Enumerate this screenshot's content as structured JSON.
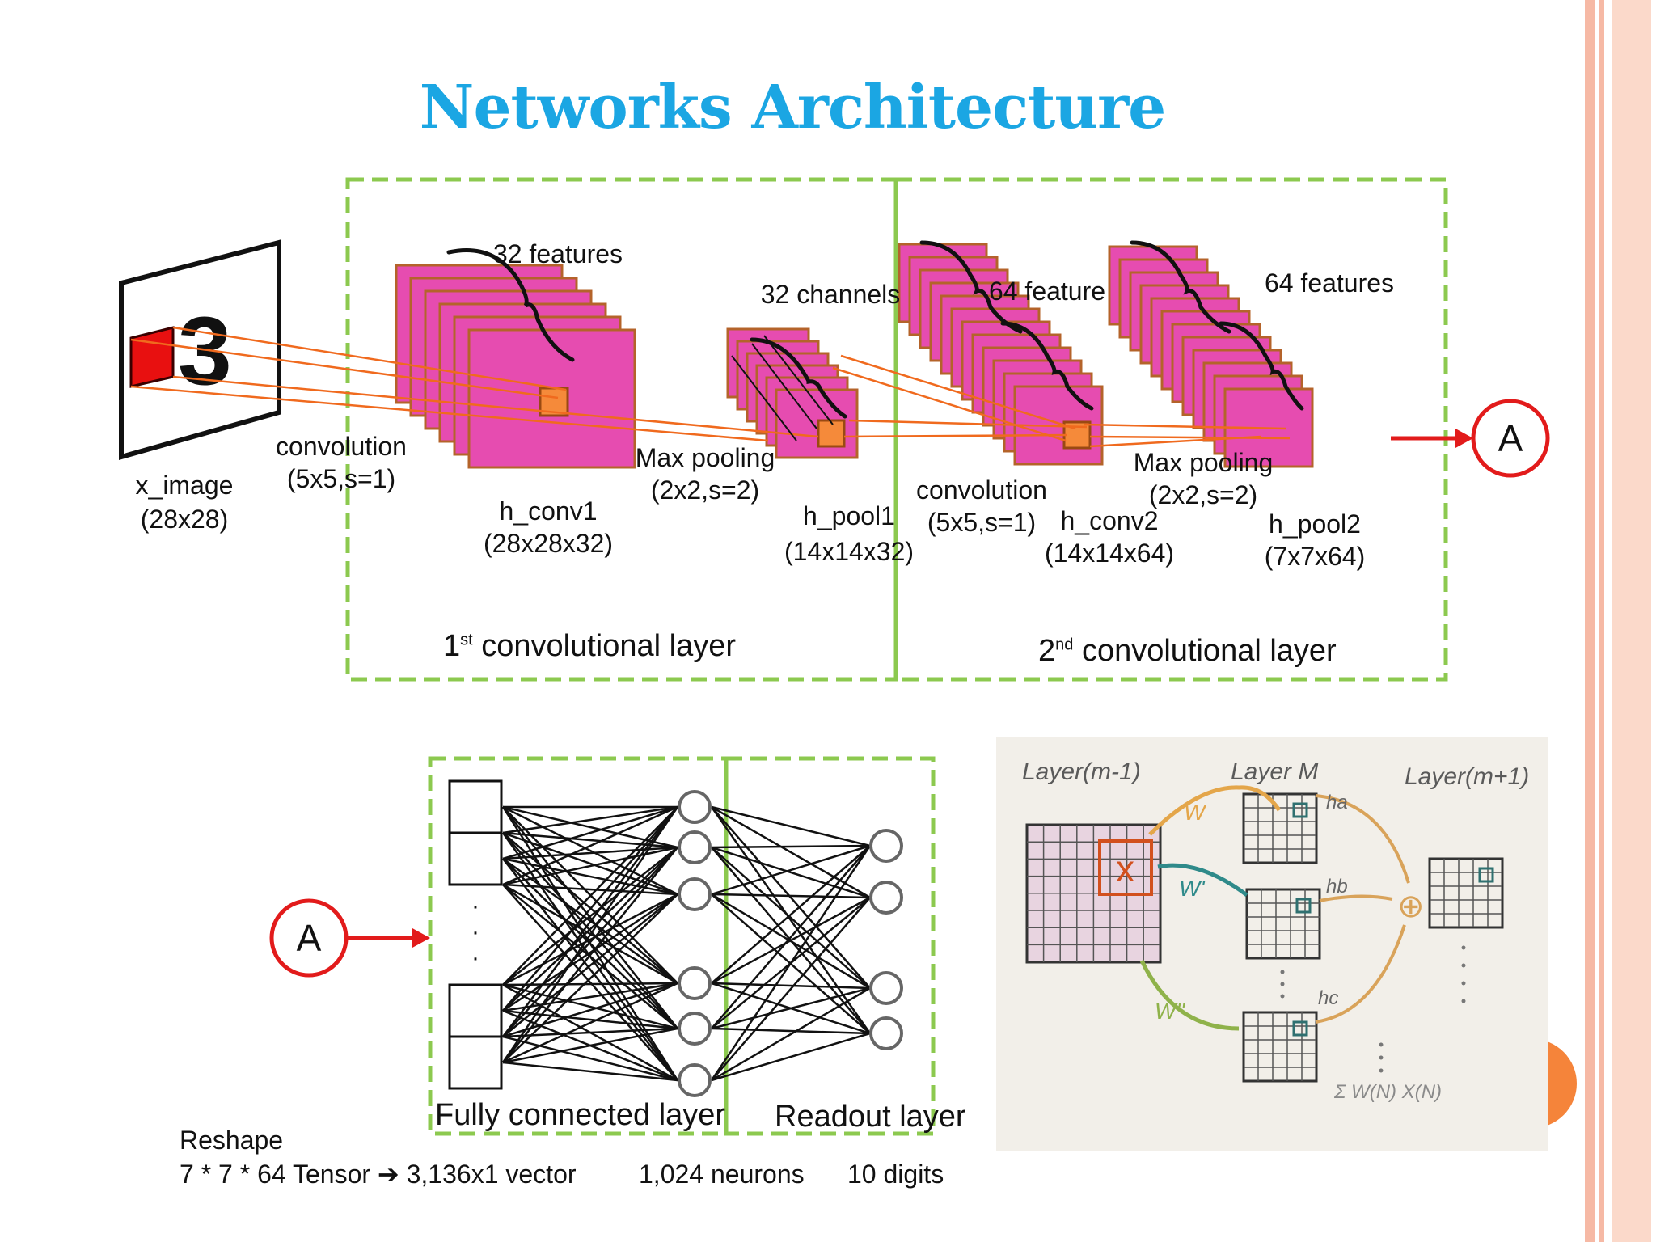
{
  "slide": {
    "title": "Networks Architecture",
    "colors": {
      "title": "#1ba6e3",
      "feature_map_fill": "#e64cb0",
      "feature_map_stroke": "#b4632a",
      "kernel": "#f58a3a",
      "input_patch": "#e81010",
      "group_box": "#8cc94f",
      "connector_A": "#e21b1b"
    }
  },
  "conv_diagram": {
    "input": {
      "name": "x_image",
      "size": "(28x28)",
      "digit": "3"
    },
    "op1": {
      "name": "convolution",
      "params": "(5x5,s=1)"
    },
    "map1": {
      "name": "h_conv1",
      "size": "(28x28x32)",
      "features": "32 features"
    },
    "op2": {
      "name": "Max pooling",
      "params": "(2x2,s=2)"
    },
    "map2": {
      "name": "h_pool1",
      "size": "(14x14x32)",
      "channels": "32 channels"
    },
    "op3": {
      "name": "convolution",
      "params": "(5x5,s=1)"
    },
    "map3": {
      "name": "h_conv2",
      "size": "(14x14x64)",
      "features": "64 feature"
    },
    "op4": {
      "name": "Max pooling",
      "params": "(2x2,s=2)"
    },
    "map4": {
      "name": "h_pool2",
      "size": "(7x7x64)",
      "features": "64 features"
    },
    "layer1": {
      "ordinal": "1",
      "suffix": "st",
      "label": "convolutional layer"
    },
    "layer2": {
      "ordinal": "2",
      "suffix": "nd",
      "label": "convolutional layer"
    },
    "connector": "A"
  },
  "fc_diagram": {
    "connector": "A",
    "fc_label": "Fully connected layer",
    "readout_label": "Readout layer",
    "dots": "·",
    "reshape": "Reshape",
    "tensor": "7 * 7 * 64 Tensor",
    "arrow": "➔",
    "vector": "3,136x1 vector",
    "neurons": "1,024 neurons",
    "digits": "10 digits"
  },
  "sketch": {
    "layer_prev": "Layer(m-1)",
    "layer_m": "Layer M",
    "layer_next": "Layer(m+1)",
    "w": "W",
    "w1": "W'",
    "w2": "W''",
    "x": "x",
    "ha": "ha",
    "hb": "hb",
    "hc": "hc",
    "plus": "⊕",
    "sum": "Σ W(N) X(N)"
  }
}
